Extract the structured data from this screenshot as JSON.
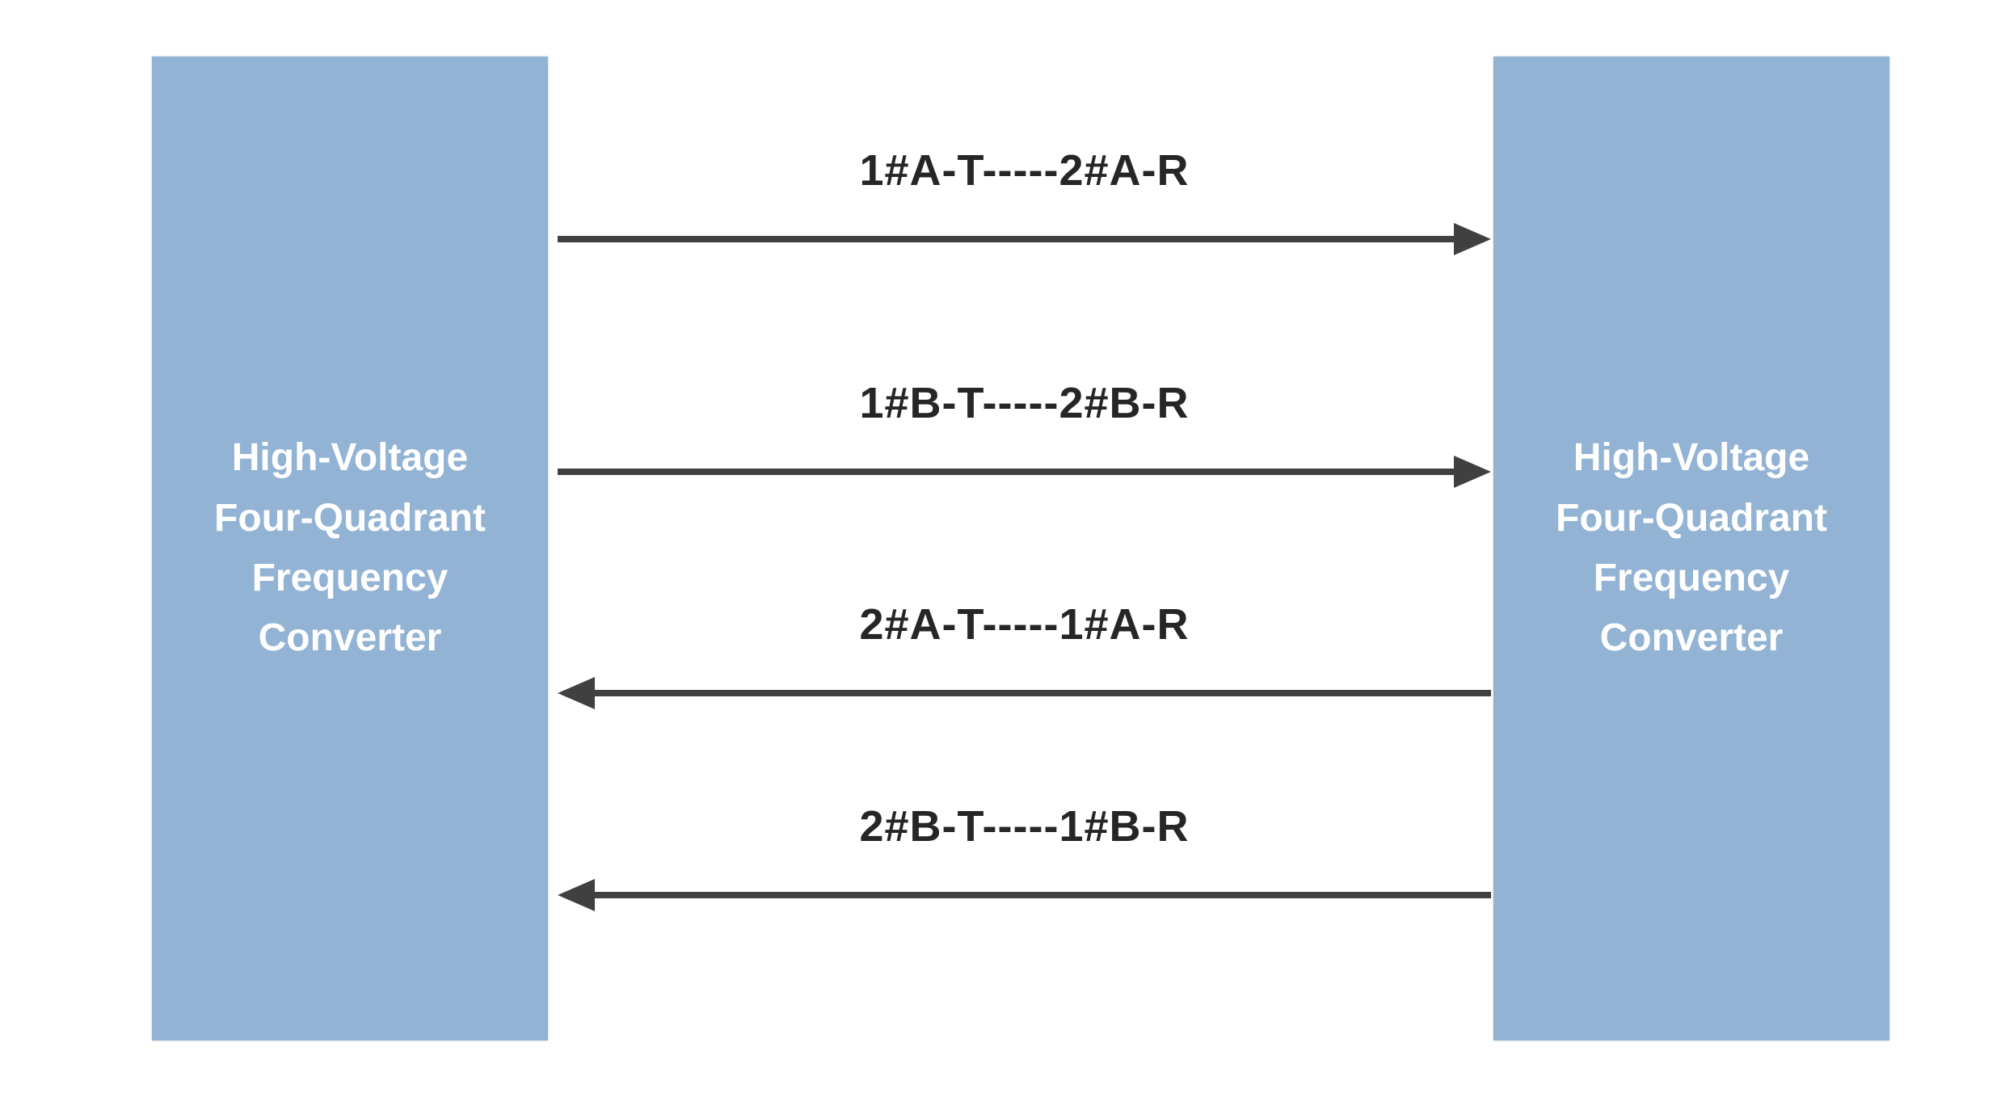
{
  "diagram": {
    "background_color": "#ffffff",
    "box_fill_color": "#92b3d4",
    "box_text_color": "#ffffff",
    "arrow_color": "#404040",
    "label_text_color": "#262626",
    "left_box": {
      "label": "High-Voltage\nFour-Quadrant\nFrequency\nConverter"
    },
    "right_box": {
      "label": "High-Voltage\nFour-Quadrant\nFrequency\nConverter"
    },
    "arrows": [
      {
        "label": "1#A-T-----2#A-R",
        "direction": "right"
      },
      {
        "label": "1#B-T-----2#B-R",
        "direction": "right"
      },
      {
        "label": "2#A-T-----1#A-R",
        "direction": "left"
      },
      {
        "label": "2#B-T-----1#B-R",
        "direction": "left"
      }
    ]
  }
}
